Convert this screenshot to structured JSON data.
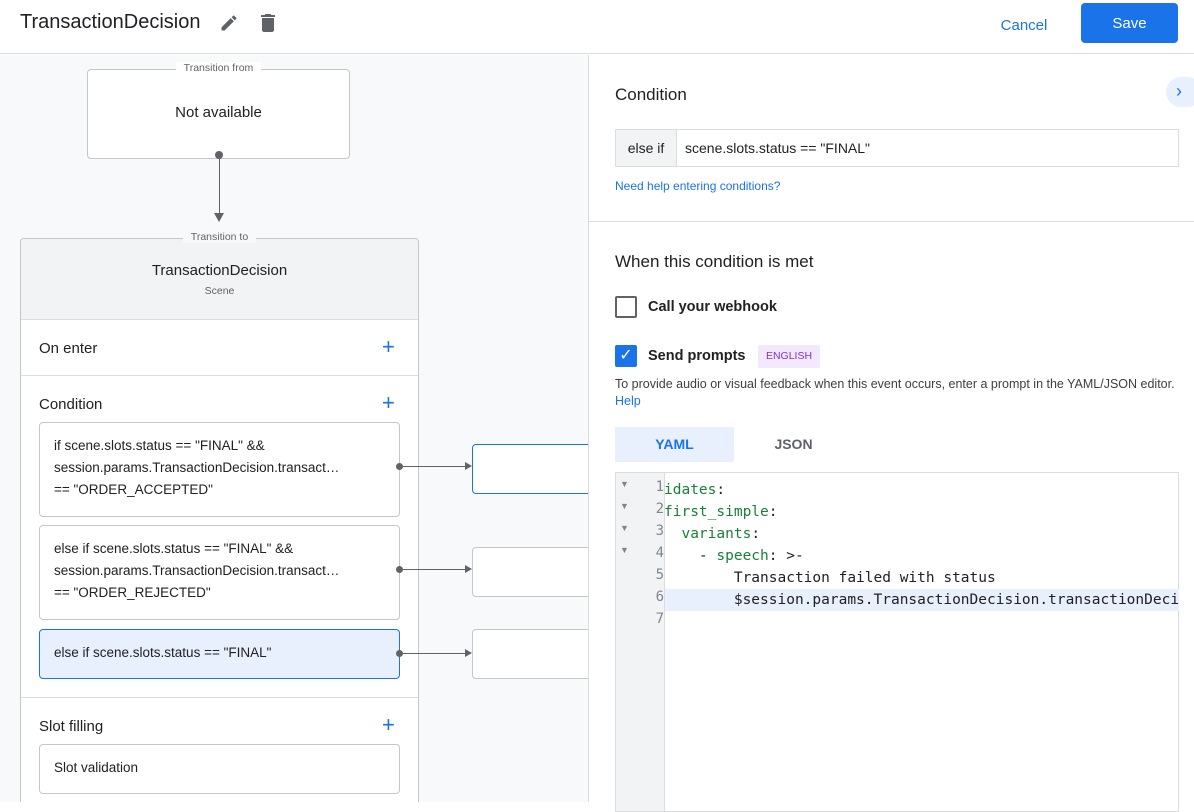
{
  "header": {
    "title": "TransactionDecision",
    "edit_icon": "pencil-icon",
    "delete_icon": "trash-icon",
    "cancel_label": "Cancel",
    "save_label": "Save"
  },
  "canvas": {
    "transition_from": {
      "legend": "Transition from",
      "value": "Not available"
    },
    "transition_to": {
      "legend": "Transition to",
      "scene_name": "TransactionDecision",
      "scene_type": "Scene"
    },
    "on_enter": {
      "label": "On enter"
    },
    "condition": {
      "label": "Condition",
      "items": [
        {
          "line1": "if scene.slots.status == \"FINAL\" &&",
          "line2": "session.params.TransactionDecision.transact…",
          "line3": "== \"ORDER_ACCEPTED\""
        },
        {
          "line1": "else if scene.slots.status == \"FINAL\" &&",
          "line2": "session.params.TransactionDecision.transact…",
          "line3": "== \"ORDER_REJECTED\""
        },
        {
          "line1": "else if scene.slots.status == \"FINAL\""
        }
      ]
    },
    "slot_filling": {
      "label": "Slot filling",
      "slot_validation": "Slot validation"
    }
  },
  "panel": {
    "condition_heading": "Condition",
    "condition_prefix": "else if",
    "condition_value": "scene.slots.status == \"FINAL\"",
    "help_link": "Need help entering conditions?",
    "met_heading": "When this condition is met",
    "webhook": {
      "label": "Call your webhook",
      "checked": false
    },
    "prompts": {
      "label": "Send prompts",
      "checked": true,
      "badge": "ENGLISH"
    },
    "prompt_help": "To provide audio or visual feedback when this event occurs, enter a prompt in the YAML/JSON editor.",
    "prompt_help_link": "Help",
    "tabs": [
      {
        "label": "YAML",
        "active": true
      },
      {
        "label": "JSON",
        "active": false
      }
    ],
    "editor": {
      "lines": [
        {
          "n": "1",
          "key": "idates",
          "rest": ":"
        },
        {
          "n": "2",
          "key": "first_simple",
          "rest": ":"
        },
        {
          "n": "3",
          "indent": "  ",
          "key": "variants",
          "rest": ":"
        },
        {
          "n": "4",
          "indent": "    - ",
          "key": "speech",
          "rest": ": >-"
        },
        {
          "n": "5",
          "text": "        Transaction failed with status"
        },
        {
          "n": "6",
          "text": "        $session.params.TransactionDecision.transactionDecision"
        },
        {
          "n": "7",
          "text": ""
        }
      ]
    }
  },
  "colors": {
    "accent": "#1a73e8",
    "selected_bg": "#e8f0fe",
    "badge_bg": "#f3e8fd",
    "badge_text": "#8430ce",
    "code_key": "#188038"
  }
}
